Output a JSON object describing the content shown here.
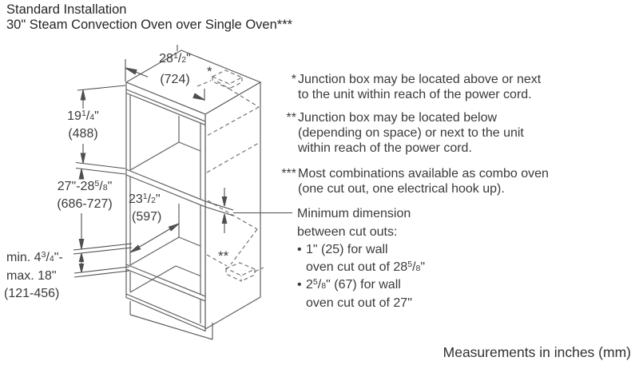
{
  "title": {
    "line1": "Standard Installation",
    "line2": "30\" Steam Convection Oven over Single Oven***"
  },
  "diagram": {
    "star_top": "*",
    "star_bottom": "**",
    "dim_width": {
      "value": [
        {
          "t": "28"
        },
        {
          "t": "1",
          "c": "fn"
        },
        {
          "t": "/"
        },
        {
          "t": "2",
          "c": "fd"
        },
        {
          "t": "\""
        }
      ],
      "mm": "(724)"
    },
    "dim_upper_height": {
      "value": [
        {
          "t": "19"
        },
        {
          "t": "1",
          "c": "fn"
        },
        {
          "t": "/"
        },
        {
          "t": "4",
          "c": "fd"
        },
        {
          "t": "\""
        }
      ],
      "mm": "(488)"
    },
    "dim_total_height": {
      "value": [
        {
          "t": "27\"-28"
        },
        {
          "t": "5",
          "c": "fn"
        },
        {
          "t": "/"
        },
        {
          "t": "8",
          "c": "fd"
        },
        {
          "t": "\""
        }
      ],
      "mm": "(686-727)"
    },
    "dim_oven_cutout": {
      "value": [
        {
          "t": "23"
        },
        {
          "t": "1",
          "c": "fn"
        },
        {
          "t": "/"
        },
        {
          "t": "2",
          "c": "fd"
        },
        {
          "t": "\""
        }
      ],
      "mm": "(597)"
    },
    "dim_bottom_gap": {
      "line1": [
        {
          "t": "min. 4"
        },
        {
          "t": "3",
          "c": "fn"
        },
        {
          "t": "/"
        },
        {
          "t": "4",
          "c": "fd"
        },
        {
          "t": "\"-"
        }
      ],
      "line2": "max. 18\"",
      "line3": "(121-456)"
    }
  },
  "notes": {
    "note1": {
      "marker": "*",
      "line1": "Junction box may be located above or next",
      "line2": "to the unit within reach of the power cord."
    },
    "note2": {
      "marker": "**",
      "line1": "Junction box may be located below",
      "line2": "(depending on space) or next to the unit",
      "line3": "within reach of the power cord."
    },
    "note3": {
      "marker": "***",
      "line1": "Most combinations available as combo oven",
      "line2": "(one cut out, one electrical hook up)."
    }
  },
  "min_dimension": {
    "heading_line1": "Minimum dimension",
    "heading_line2": "between cut outs:",
    "bullet": "•",
    "bullet1_line1": "1\" (25) for wall",
    "bullet1_line2": [
      {
        "t": "oven cut out of 28"
      },
      {
        "t": "5",
        "c": "fn"
      },
      {
        "t": "/"
      },
      {
        "t": "8",
        "c": "fd"
      },
      {
        "t": "\""
      }
    ],
    "bullet2_line1": [
      {
        "t": "2"
      },
      {
        "t": "5",
        "c": "fn"
      },
      {
        "t": "/"
      },
      {
        "t": "8",
        "c": "fd"
      },
      {
        "t": "\" (67) for wall"
      }
    ],
    "bullet2_line2": "oven cut out of 27\""
  },
  "footer": "Measurements in inches (mm)"
}
